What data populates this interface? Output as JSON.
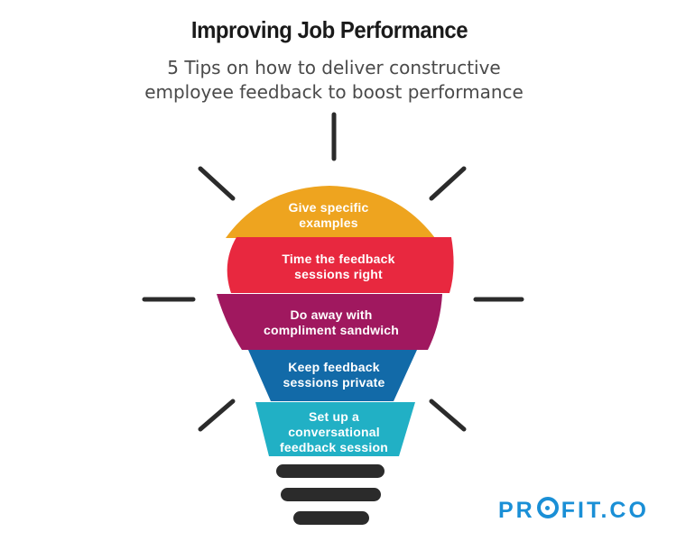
{
  "header": {
    "title": "Improving Job Performance",
    "subtitle_line1": "5 Tips on how to deliver constructive",
    "subtitle_line2": "employee feedback to boost performance"
  },
  "layers": [
    {
      "line1": "Give specific",
      "line2": "examples",
      "line3": "",
      "color": "#eea41f"
    },
    {
      "line1": "Time the feedback",
      "line2": "sessions right",
      "line3": "",
      "color": "#e8283f"
    },
    {
      "line1": "Do away with",
      "line2": "compliment sandwich",
      "line3": "",
      "color": "#a0185f"
    },
    {
      "line1": "Keep feedback",
      "line2": "sessions private",
      "line3": "",
      "color": "#126aa8"
    },
    {
      "line1": "Set up a",
      "line2": "conversational",
      "line3": "feedback session",
      "color": "#21b0c5"
    }
  ],
  "brand": {
    "prefix": "PR",
    "suffix": "FIT.CO",
    "color": "#1a8fd6"
  },
  "colors": {
    "rays": "#2b2b2b",
    "base": "#2b2b2b"
  }
}
